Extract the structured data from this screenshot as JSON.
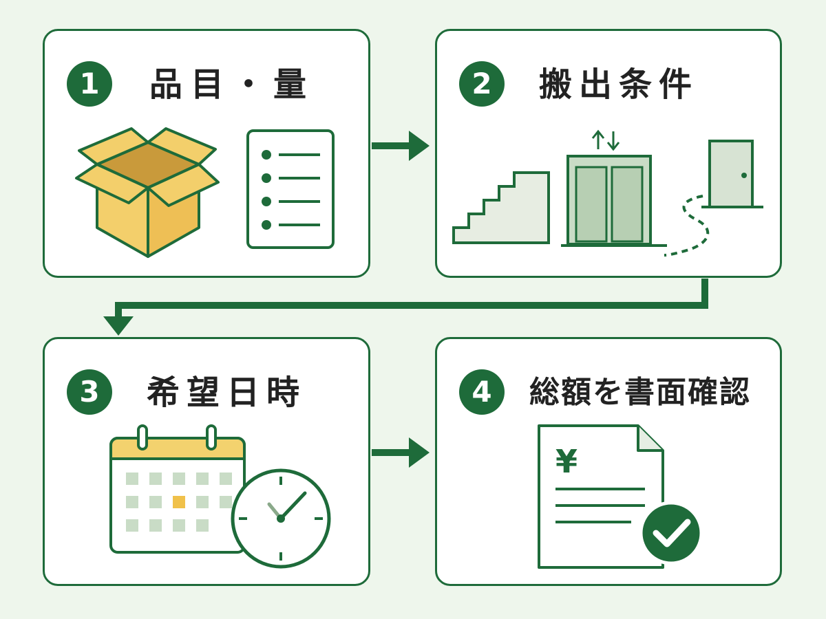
{
  "steps": [
    {
      "number": "1",
      "title": "品目・量"
    },
    {
      "number": "2",
      "title": "搬出条件"
    },
    {
      "number": "3",
      "title": "希望日時"
    },
    {
      "number": "4",
      "title": "総額を書面確認"
    }
  ],
  "icons": {
    "step1": [
      "cardboard-box-icon",
      "checklist-icon"
    ],
    "step2": [
      "stairs-icon",
      "elevator-icon",
      "door-icon",
      "path-icon"
    ],
    "step3": [
      "calendar-icon",
      "clock-icon"
    ],
    "step4": [
      "invoice-document-icon",
      "checkmark-icon"
    ]
  },
  "document": {
    "currency_symbol": "¥"
  },
  "colors": {
    "accent": "#1e6b3a",
    "background": "#eef6ec",
    "box": "#f3cf6b",
    "calendar_header": "#f3d26e",
    "light_green": "#c9dcc6"
  }
}
